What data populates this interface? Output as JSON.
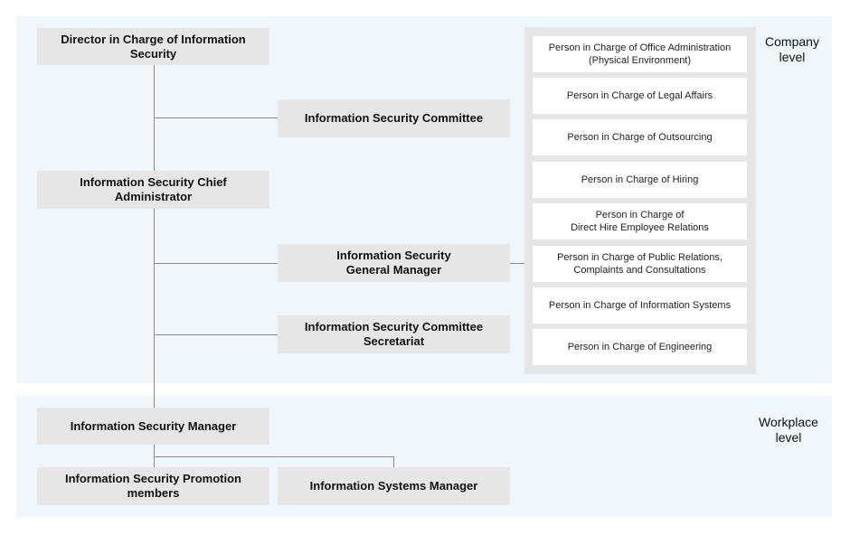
{
  "levels": {
    "company": "Company\nlevel",
    "workplace": "Workplace\nlevel"
  },
  "org": {
    "director": "Director in Charge of Information Security",
    "committee": "Information Security Committee",
    "chief_admin": "Information Security Chief Administrator",
    "general_manager": "Information Security\nGeneral Manager",
    "secretariat": "Information Security Committee Secretariat",
    "security_manager": "Information Security Manager",
    "promotion_members": "Information Security Promotion members",
    "systems_manager": "Information Systems Manager"
  },
  "roles": [
    "Person in Charge of Office Administration\n(Physical Environment)",
    "Person in Charge of Legal Affairs",
    "Person in Charge of Outsourcing",
    "Person in Charge of Hiring",
    "Person in Charge of\nDirect Hire Employee Relations",
    "Person in Charge of Public Relations,\nComplaints and Consultations",
    "Person in Charge of Information Systems",
    "Person in Charge of Engineering"
  ]
}
